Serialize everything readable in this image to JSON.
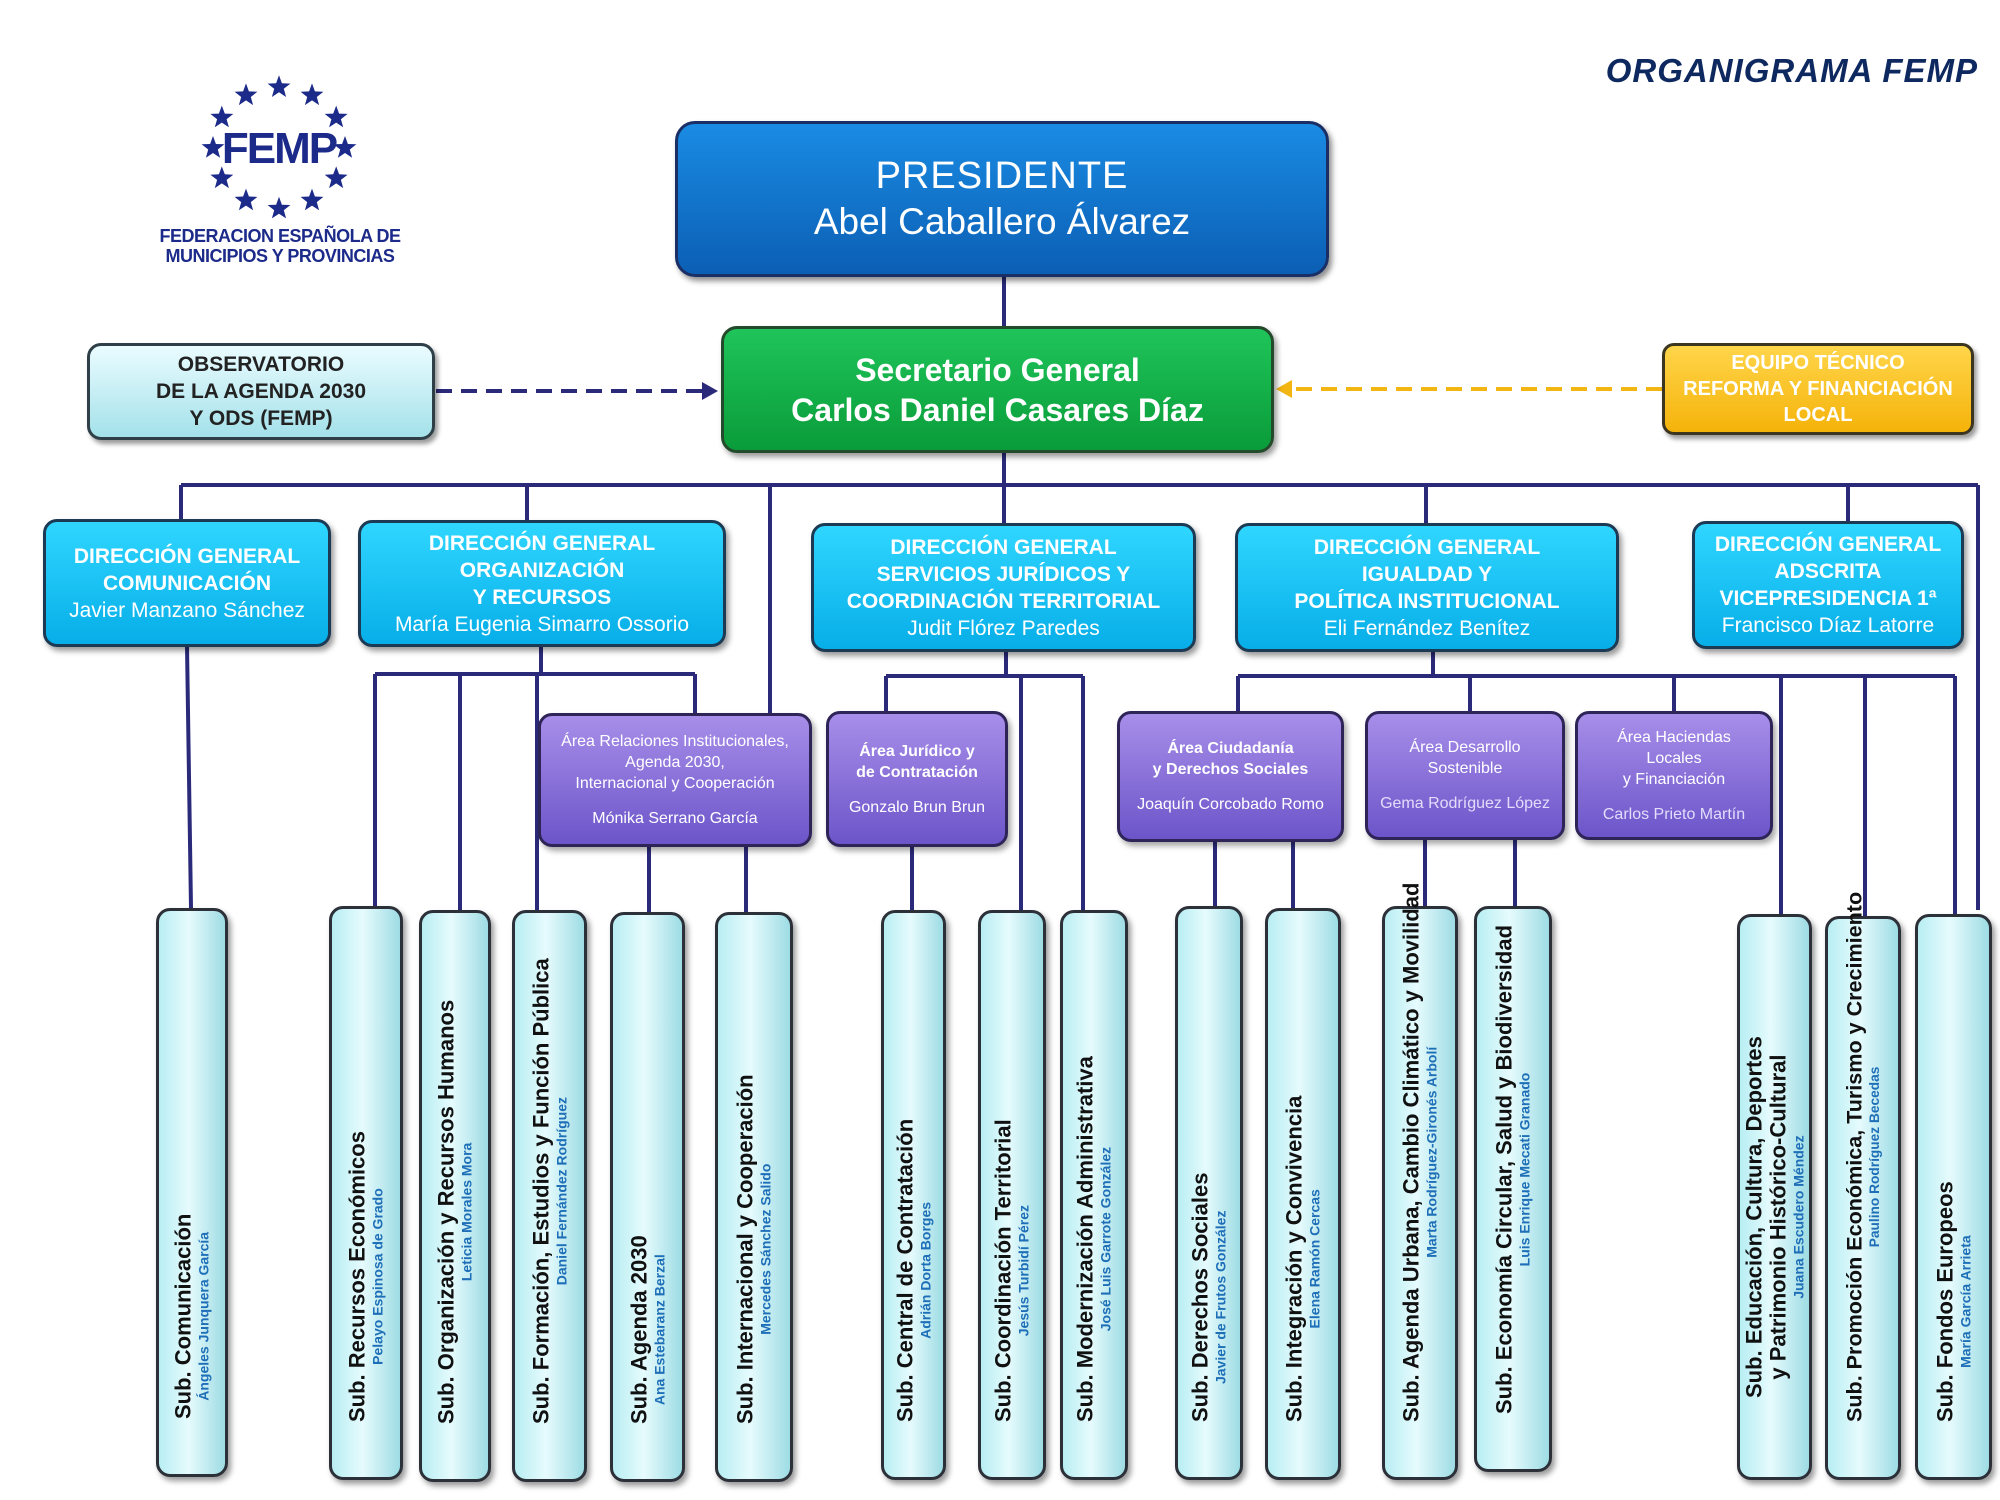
{
  "header": {
    "title": "ORGANIGRAMA  FEMP"
  },
  "logo": {
    "acronym": "FEMP",
    "line1": "FEDERACION ESPAÑOLA DE",
    "line2": "MUNICIPIOS Y PROVINCIAS",
    "star_color": "#1c2a8a"
  },
  "president": {
    "title": "PRESIDENTE",
    "name": "Abel Caballero Álvarez"
  },
  "secretary": {
    "title": "Secretario General",
    "name": "Carlos Daniel Casares Díaz"
  },
  "observatorio": {
    "line1": "OBSERVATORIO",
    "line2": "DE LA AGENDA 2030",
    "line3": "Y ODS (FEMP)"
  },
  "equipo": {
    "line1": "EQUIPO TÉCNICO",
    "line2": "REFORMA Y FINANCIACIÓN",
    "line3": "LOCAL"
  },
  "directions": [
    {
      "lines": [
        "DIRECCIÓN  GENERAL",
        "COMUNICACIÓN"
      ],
      "name": "Javier Manzano Sánchez"
    },
    {
      "lines": [
        "DIRECCIÓN  GENERAL",
        "ORGANIZACIÓN",
        "Y RECURSOS"
      ],
      "name": "María Eugenia Simarro Ossorio"
    },
    {
      "lines": [
        "DIRECCIÓN  GENERAL",
        "SERVICIOS JURÍDICOS Y",
        "COORDINACIÓN TERRITORIAL"
      ],
      "name": "Judit Flórez Paredes"
    },
    {
      "lines": [
        "DIRECCIÓN  GENERAL",
        "IGUALDAD Y",
        "POLÍTICA INSTITUCIONAL"
      ],
      "name": "Eli Fernández Benítez"
    },
    {
      "lines": [
        "DIRECCIÓN  GENERAL",
        "ADSCRITA",
        "VICEPRESIDENCIA 1ª"
      ],
      "name": "Francisco Díaz Latorre"
    }
  ],
  "areas": [
    {
      "lines": [
        "Área Relaciones  Institucionales,",
        "Agenda 2030,",
        "Internacional y Cooperación"
      ],
      "name": "Mónika Serrano García"
    },
    {
      "lines": [
        "Área Jurídico y",
        "de Contratación"
      ],
      "name": "Gonzalo Brun Brun"
    },
    {
      "lines": [
        "Área Ciudadanía",
        "y Derechos Sociales"
      ],
      "name": "Joaquín Corcobado Romo"
    },
    {
      "lines": [
        "Área Desarrollo",
        "Sostenible"
      ],
      "name": "Gema Rodríguez López"
    },
    {
      "lines": [
        "Área Haciendas",
        "Locales",
        "y Financiación"
      ],
      "name": "Carlos Prieto Martín"
    }
  ],
  "subs": [
    {
      "lines": [
        "Sub. Comunicación"
      ],
      "name": "Ángeles Junquera García"
    },
    {
      "lines": [
        "Sub. Recursos Económicos"
      ],
      "name": "Pelayo Espinosa de Grado"
    },
    {
      "lines": [
        "Sub. Organización y Recursos Humanos"
      ],
      "name": "Leticia Morales Mora"
    },
    {
      "lines": [
        "Sub. Formación, Estudios y Función Pública"
      ],
      "name": "Daniel Fernández Rodríguez"
    },
    {
      "lines": [
        "Sub. Agenda 2030"
      ],
      "name": "Ana Estebaranz Berzal"
    },
    {
      "lines": [
        "Sub. Internacional y Cooperación"
      ],
      "name": "Mercedes Sánchez Salido"
    },
    {
      "lines": [
        "Sub. Central de Contratación"
      ],
      "name": "Adrián Dorta Borges"
    },
    {
      "lines": [
        "Sub. Coordinación Territorial"
      ],
      "name": "Jesús Turbidí Pérez"
    },
    {
      "lines": [
        "Sub. Modernización Administrativa"
      ],
      "name": "José Luis Garrote González"
    },
    {
      "lines": [
        "Sub. Derechos Sociales"
      ],
      "name": "Javier de Frutos González"
    },
    {
      "lines": [
        "Sub. Integración y Convivencia"
      ],
      "name": "Elena Ramón Cercas"
    },
    {
      "lines": [
        "Sub. Agenda Urbana, Cambio Climático y Movilidad"
      ],
      "name": "Marta Rodríguez-Gironés Arbolí"
    },
    {
      "lines": [
        "Sub. Economía Circular, Salud  y Biodiversidad"
      ],
      "name": "Luis Enrique Mecati Granado"
    },
    {
      "lines": [
        "Sub. Educación, Cultura, Deportes",
        "y Patrimonio Histórico-Cultural"
      ],
      "name": "Juana Escudero Méndez"
    },
    {
      "lines": [
        "Sub. Promoción Económica, Turismo y Crecimiento"
      ],
      "name": "Paulino Rodríguez Becedas"
    },
    {
      "lines": [
        "Sub. Fondos Europeos"
      ],
      "name": "María García Arrieta"
    }
  ],
  "colors": {
    "connector": "#2b2a7a",
    "president": "#0b6fcf",
    "secretary": "#0fb04a",
    "direction": "#10b8f0",
    "area": "#7a62d6",
    "sub": "#c9f1f5",
    "equipo": "#f8c022",
    "observatorio": "#c6eef3",
    "sub_name": "#1e6fb8"
  }
}
